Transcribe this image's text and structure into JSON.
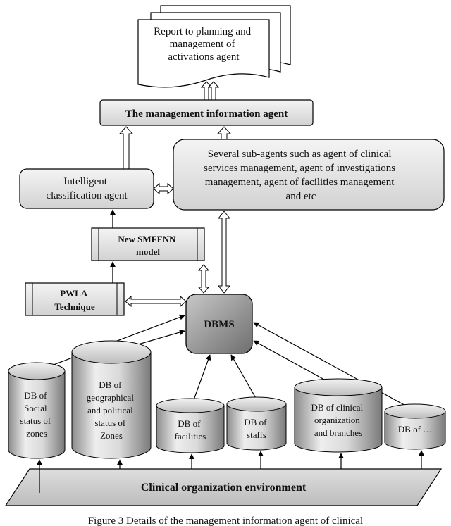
{
  "report": {
    "lines": [
      "Report to planning and",
      "management of",
      "activations agent"
    ]
  },
  "management_agent": {
    "label": "The management information agent"
  },
  "sub_agents": {
    "lines": [
      "Several sub-agents such as agent of clinical",
      "services management, agent of investigations",
      "management, agent of facilities management",
      "and etc"
    ]
  },
  "classification_agent": {
    "lines": [
      "Intelligent",
      "classification agent"
    ]
  },
  "smffnn": {
    "lines": [
      "New SMFFNN",
      "model"
    ]
  },
  "pwla": {
    "lines": [
      "PWLA",
      "Technique"
    ]
  },
  "dbms": {
    "label": "DBMS"
  },
  "databases": [
    {
      "lines": [
        "DB of",
        "Social",
        "status of",
        "zones"
      ]
    },
    {
      "lines": [
        "DB of",
        "geographical",
        "and political",
        "status of",
        "Zones"
      ]
    },
    {
      "lines": [
        "DB of",
        "facilities"
      ]
    },
    {
      "lines": [
        "DB of",
        "staffs"
      ]
    },
    {
      "lines": [
        "DB of clinical",
        "organization",
        "and branches"
      ]
    },
    {
      "lines": [
        "DB of …"
      ]
    }
  ],
  "environment": {
    "label": "Clinical organization environment"
  },
  "caption": {
    "text": "Figure 3    Details of the management information agent of clinical"
  }
}
